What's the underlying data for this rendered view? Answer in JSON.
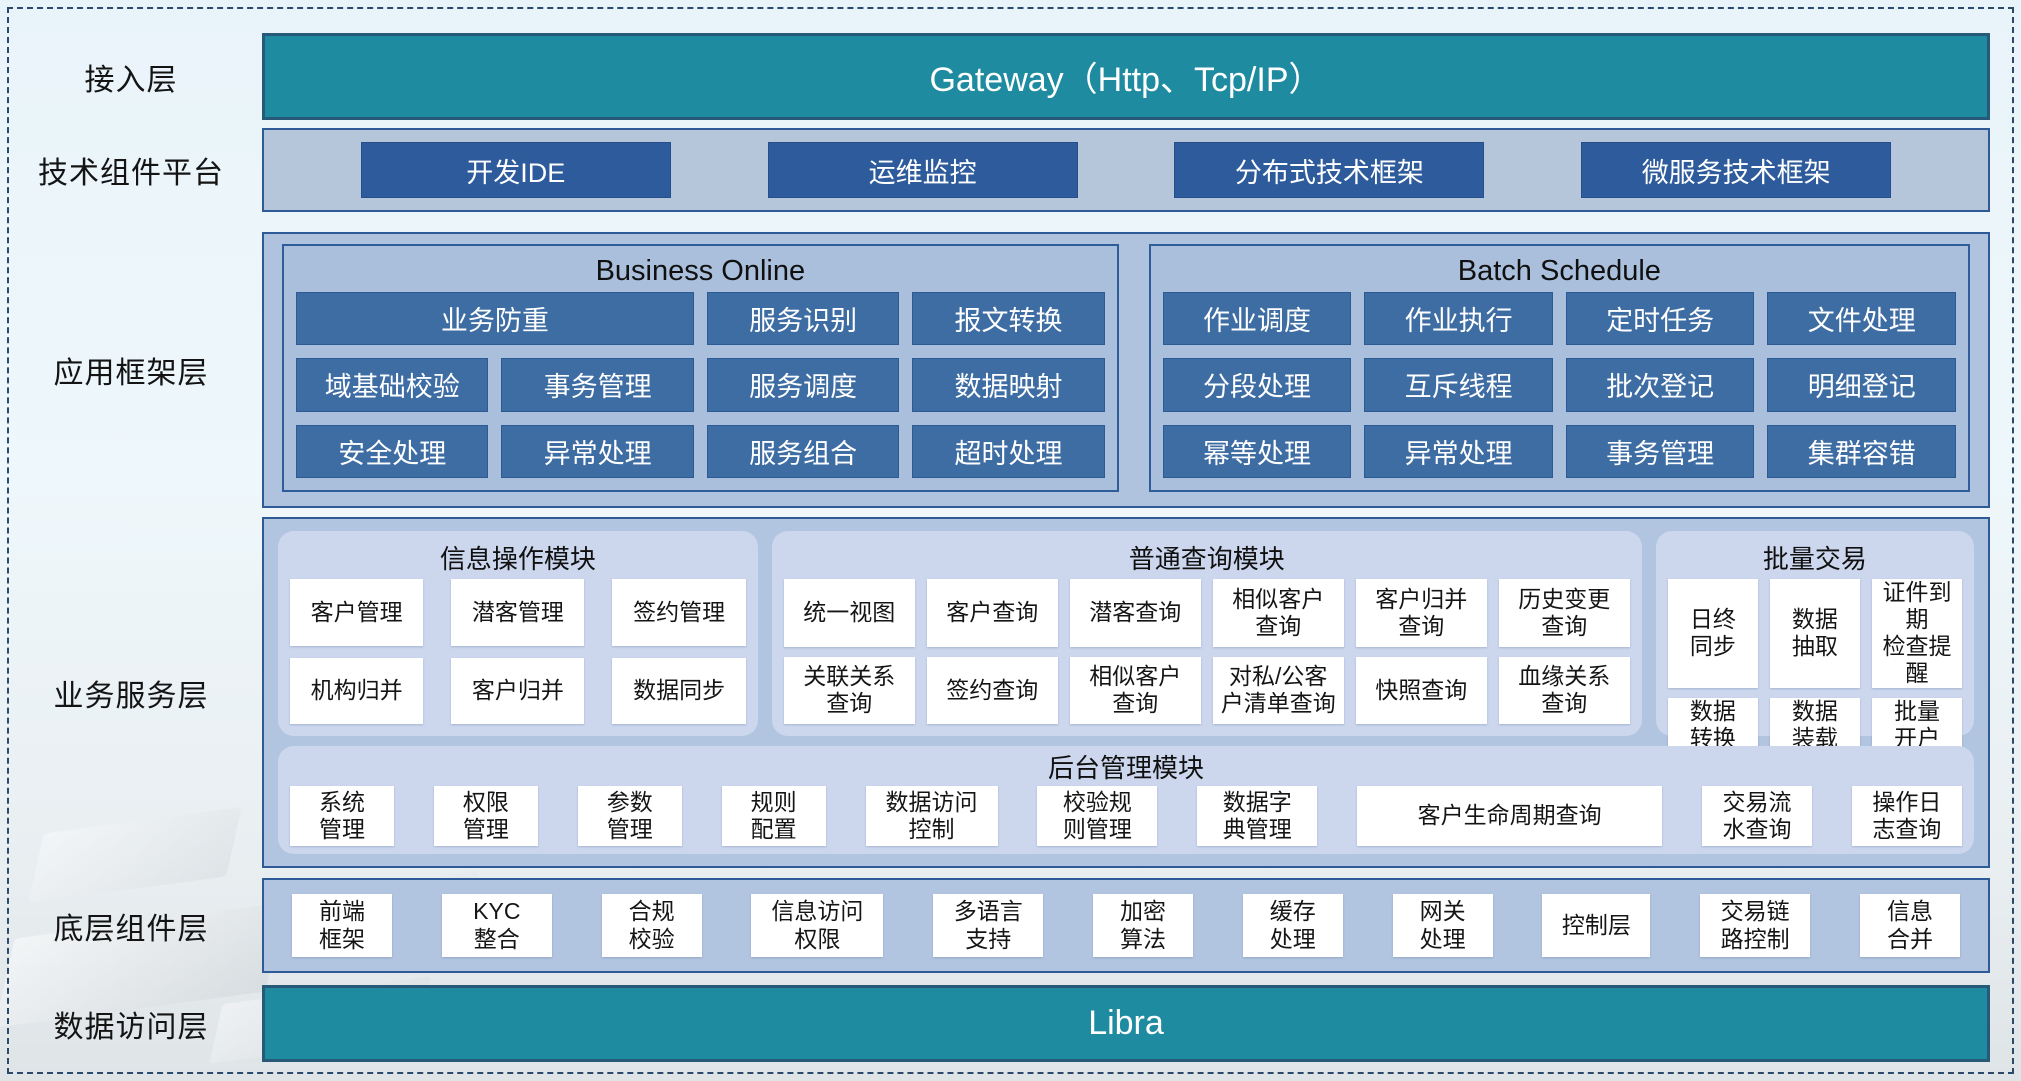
{
  "access": {
    "label": "接入层",
    "gateway": "Gateway（Http、Tcp/IP）"
  },
  "tech": {
    "label": "技术组件平台",
    "items": [
      "开发IDE",
      "运维监控",
      "分布式技术框架",
      "微服务技术框架"
    ]
  },
  "app": {
    "label": "应用框架层",
    "business_online": {
      "title": "Business Online",
      "cells": [
        "业务防重",
        "服务识别",
        "报文转换",
        "域基础校验",
        "事务管理",
        "服务调度",
        "数据映射",
        "安全处理",
        "异常处理",
        "服务组合",
        "超时处理"
      ]
    },
    "batch_schedule": {
      "title": "Batch Schedule",
      "cells": [
        "作业调度",
        "作业执行",
        "定时任务",
        "文件处理",
        "分段处理",
        "互斥线程",
        "批次登记",
        "明细登记",
        "幂等处理",
        "异常处理",
        "事务管理",
        "集群容错"
      ]
    }
  },
  "biz": {
    "label": "业务服务层",
    "info": {
      "title": "信息操作模块",
      "cells": [
        "客户管理",
        "潜客管理",
        "签约管理",
        "机构归并",
        "客户归并",
        "数据同步"
      ]
    },
    "query": {
      "title": "普通查询模块",
      "cells": [
        "统一视图",
        "客户查询",
        "潜客查询",
        "相似客户\n查询",
        "客户归并\n查询",
        "历史变更\n查询",
        "关联关系\n查询",
        "签约查询",
        "相似客户\n查询",
        "对私/公客\n户清单查询",
        "快照查询",
        "血缘关系\n查询"
      ]
    },
    "batch": {
      "title": "批量交易",
      "cells": [
        "日终\n同步",
        "数据\n抽取",
        "证件到期\n检查提醒",
        "数据\n转换",
        "数据\n装载",
        "批量\n开户"
      ]
    },
    "admin": {
      "title": "后台管理模块",
      "cells": [
        "系统\n管理",
        "权限\n管理",
        "参数\n管理",
        "规则\n配置",
        "数据访问\n控制",
        "校验规\n则管理",
        "数据字\n典管理",
        "客户生命周期查询",
        "交易流\n水查询",
        "操作日\n志查询"
      ]
    }
  },
  "base": {
    "label": "底层组件层",
    "cells": [
      "前端\n框架",
      "KYC\n整合",
      "合规\n校验",
      "信息访问\n权限",
      "多语言\n支持",
      "加密\n算法",
      "缓存\n处理",
      "网关\n处理",
      "控制层",
      "交易链\n路控制",
      "信息\n合并"
    ]
  },
  "data_access": {
    "label": "数据访问层",
    "bar": "Libra"
  },
  "colors": {
    "teal": "#1E8BA0",
    "navy": "#2D5B9B",
    "steel": "#3E6DA4",
    "panel": "#CCD7EE",
    "container": "#B2C5E0"
  }
}
